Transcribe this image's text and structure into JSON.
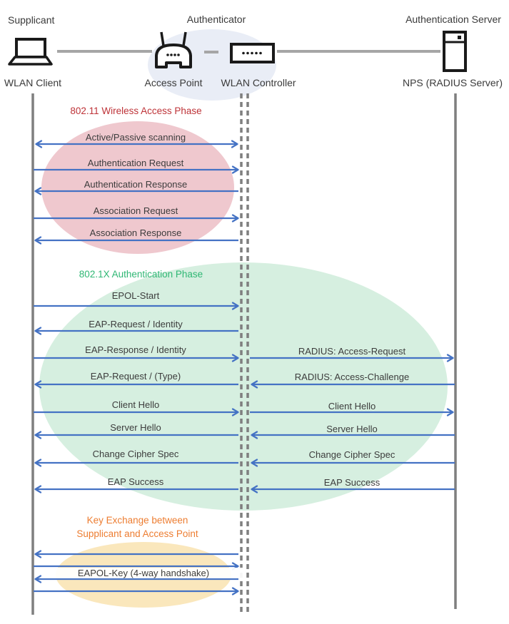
{
  "lanes": {
    "roles": [
      "Supplicant",
      "Authenticator",
      "Authentication Server"
    ],
    "devices": [
      "WLAN Client",
      "Access Point",
      "WLAN Controller",
      "NPS (RADIUS Server)"
    ]
  },
  "phases": [
    {
      "title": "802.11 Wireless Access Phase",
      "title_color": "#be3338",
      "ellipse_color": "#efc8ce",
      "messages": [
        {
          "label": "Active/Passive scanning",
          "from": "WLAN Client",
          "to": "WLAN Controller",
          "direction": "both"
        },
        {
          "label": "Authentication Request",
          "from": "WLAN Client",
          "to": "WLAN Controller",
          "direction": "right"
        },
        {
          "label": "Authentication Response",
          "from": "WLAN Controller",
          "to": "WLAN Client",
          "direction": "left"
        },
        {
          "label": "Association Request",
          "from": "WLAN Client",
          "to": "WLAN Controller",
          "direction": "right"
        },
        {
          "label": "Association Response",
          "from": "WLAN Controller",
          "to": "WLAN Client",
          "direction": "left"
        }
      ]
    },
    {
      "title": "802.1X Authentication Phase",
      "title_color": "#2fb774",
      "ellipse_color": "#d6efe0",
      "messages_supplicant_side": [
        {
          "label": "EPOL-Start",
          "direction": "right"
        },
        {
          "label": "EAP-Request / Identity",
          "direction": "left"
        },
        {
          "label": "EAP-Response / Identity",
          "direction": "right"
        },
        {
          "label": "EAP-Request / (Type)",
          "direction": "left"
        },
        {
          "label": "Client Hello",
          "direction": "right"
        },
        {
          "label": "Server Hello",
          "direction": "left"
        },
        {
          "label": "Change Cipher Spec",
          "direction": "left"
        },
        {
          "label": "EAP Success",
          "direction": "left"
        }
      ],
      "messages_server_side": [
        {
          "label": "RADIUS: Access-Request",
          "direction": "right"
        },
        {
          "label": "RADIUS: Access-Challenge",
          "direction": "left"
        },
        {
          "label": "Client Hello",
          "direction": "right"
        },
        {
          "label": "Server Hello",
          "direction": "left"
        },
        {
          "label": "Change Cipher Spec",
          "direction": "left"
        },
        {
          "label": "EAP Success",
          "direction": "left"
        }
      ]
    },
    {
      "title_line1": "Key Exchange between",
      "title_line2": "Supplicant and Access Point",
      "title_color": "#ed7d31",
      "ellipse_color": "#fae7bc",
      "handshake_label": "EAPOL-Key (4-way handshake)",
      "arrows": [
        "left",
        "right",
        "left",
        "right"
      ]
    }
  ],
  "colors": {
    "arrow": "#4472c4",
    "lifeline": "#7f7f7f",
    "connector": "#a6a6a6",
    "authenticator_ellipse": "#e9edf6",
    "label_text": "#3c3c3c"
  }
}
